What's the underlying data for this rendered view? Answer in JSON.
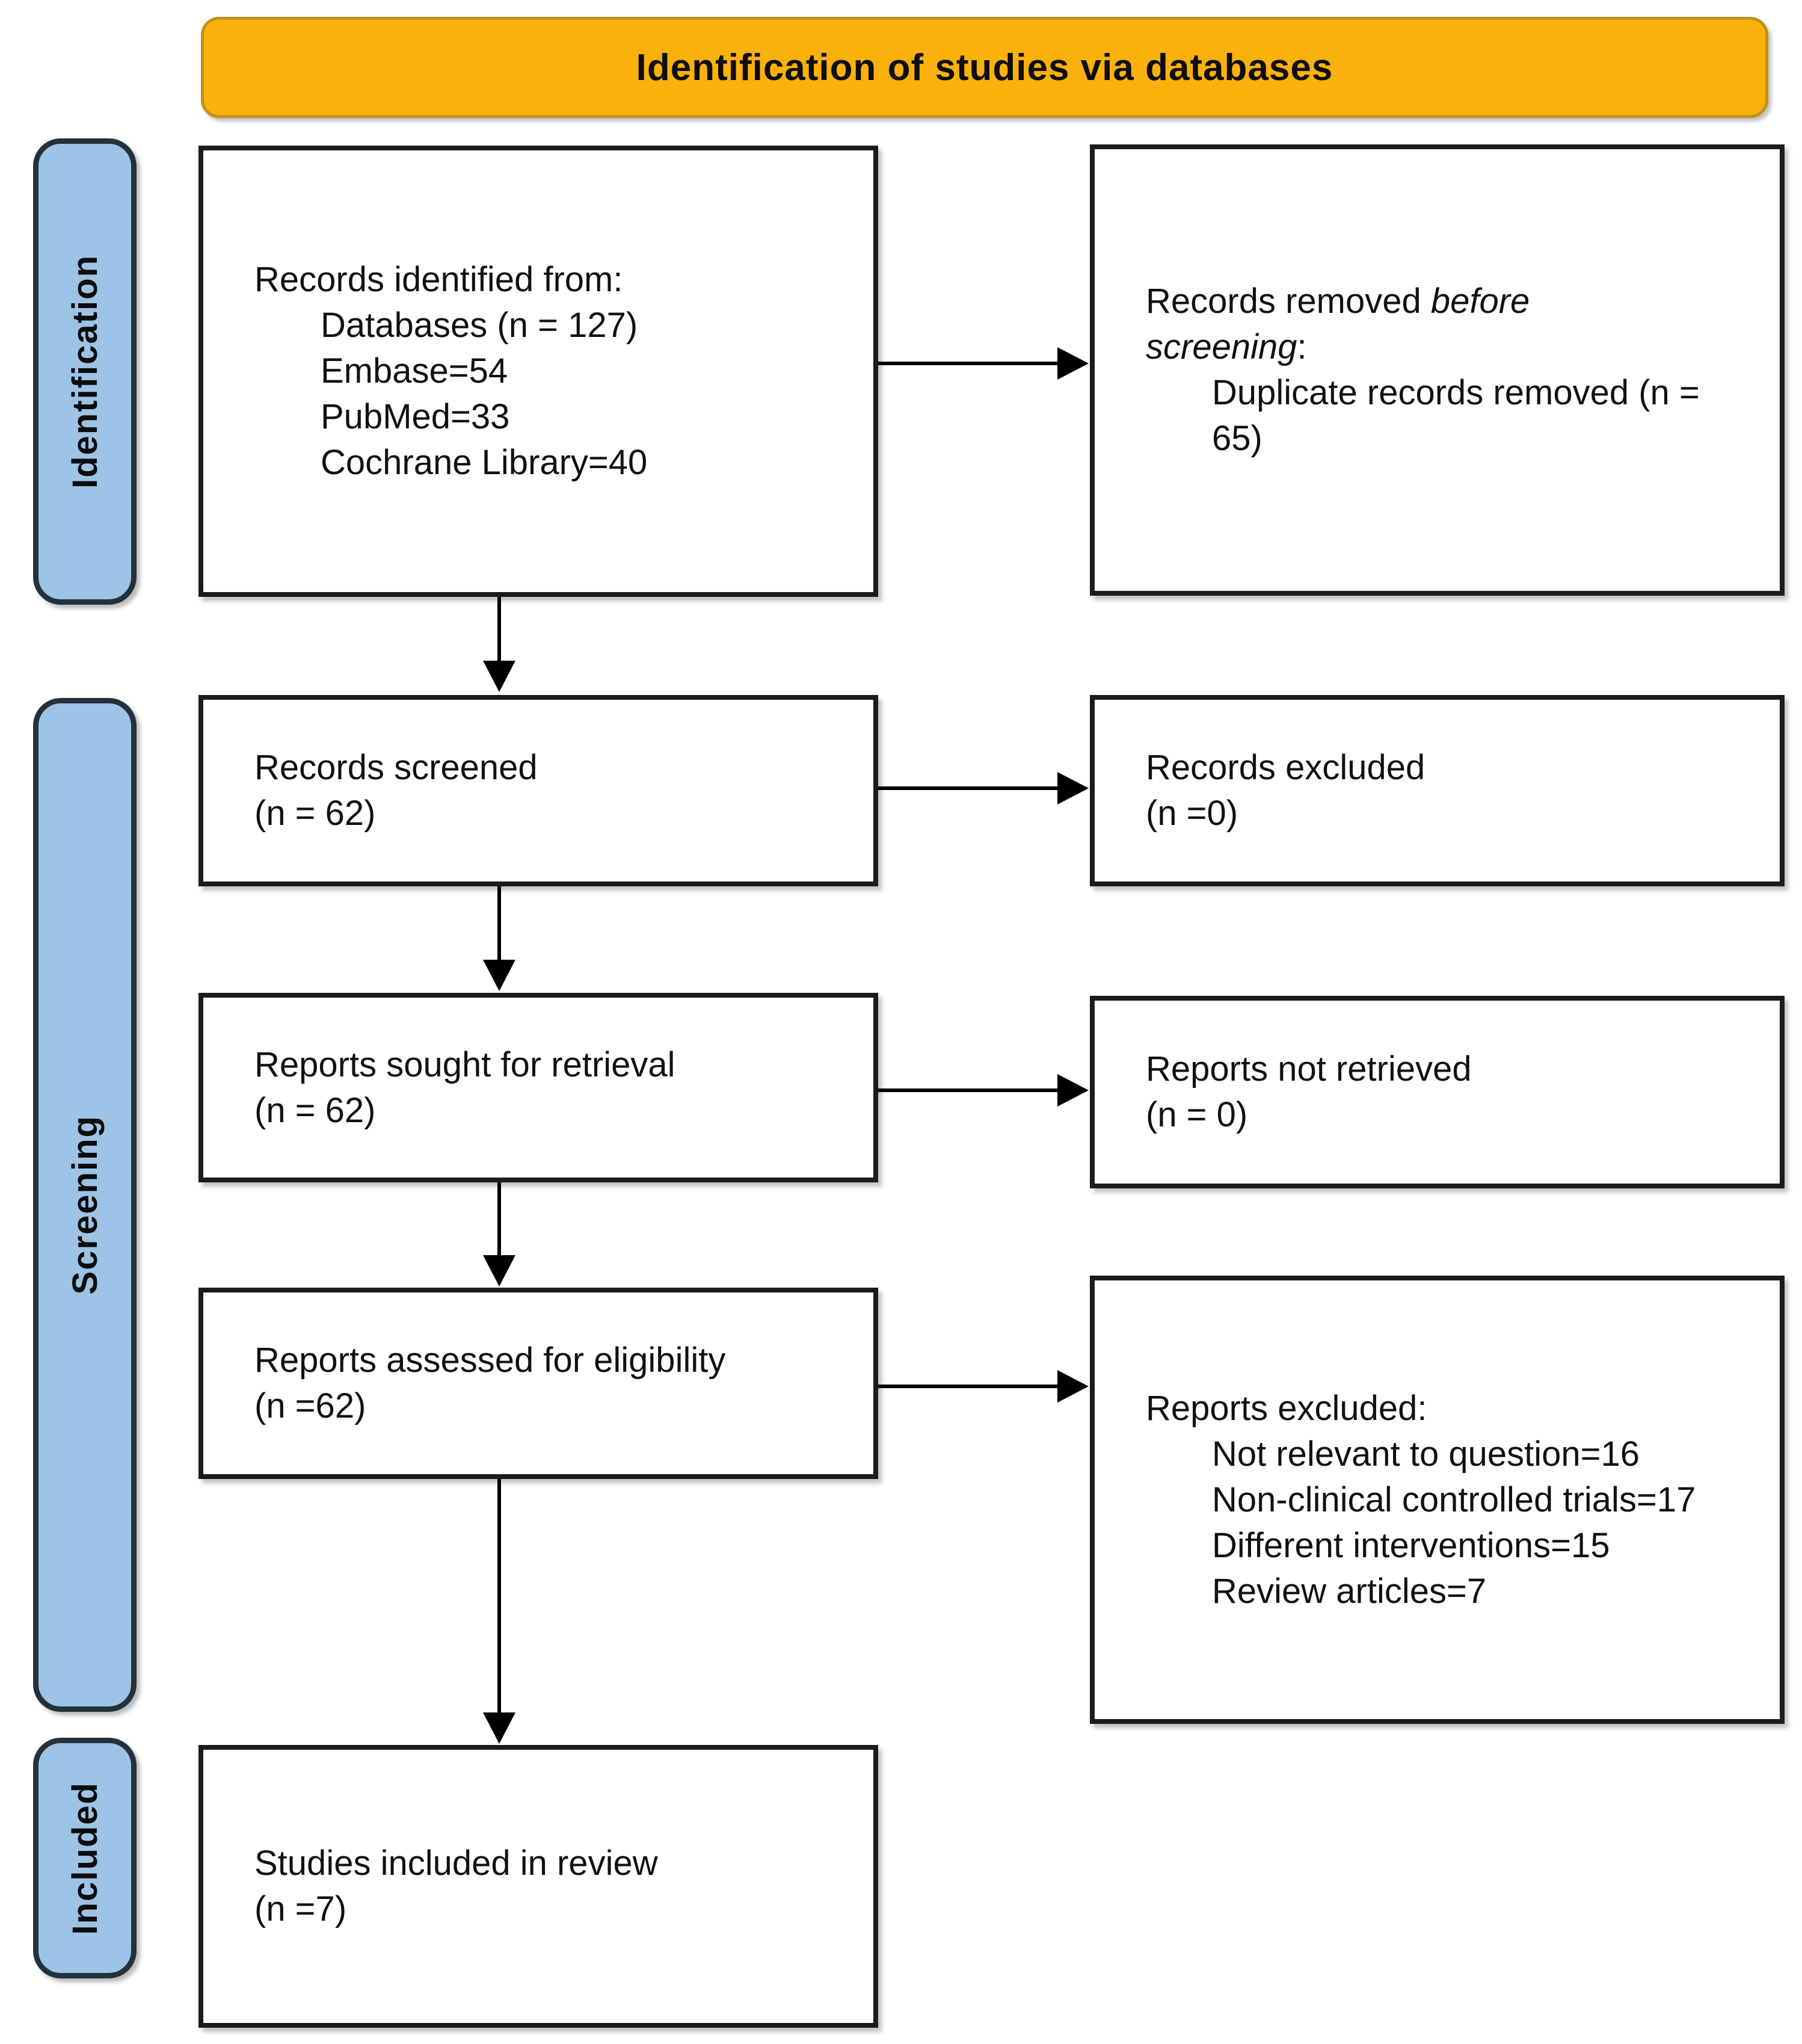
{
  "header": {
    "title": "Identification of studies via databases"
  },
  "stages": {
    "identification": "Identification",
    "screening": "Screening",
    "included": "Included"
  },
  "boxes": {
    "records_identified": {
      "intro": "Records identified from:",
      "items": [
        "Databases (n = 127)",
        "Embase=54",
        "PubMed=33",
        "Cochrane Library=40"
      ]
    },
    "records_removed": {
      "prefix": "Records removed ",
      "emphasis": "before screening",
      "suffix": ":",
      "item": "Duplicate records removed (n = 65)"
    },
    "records_screened": {
      "title": "Records screened",
      "count": "(n = 62)"
    },
    "records_excluded": {
      "title": "Records excluded",
      "count": "(n =0)"
    },
    "reports_sought": {
      "title": "Reports sought for retrieval",
      "count": "(n = 62)"
    },
    "reports_not_retrieved": {
      "title": "Reports not retrieved",
      "count": "(n = 0)"
    },
    "reports_assessed": {
      "title": "Reports assessed for eligibility",
      "count": "(n =62)"
    },
    "reports_excluded": {
      "intro": "Reports excluded:",
      "items": [
        "Not relevant to question=16",
        "Non-clinical controlled trials=17",
        "Different interventions=15",
        "Review articles=7"
      ]
    },
    "studies_included": {
      "title": "Studies included in review",
      "count": "(n =7)"
    }
  },
  "colors": {
    "banner_fill": "#FBB10C",
    "banner_border": "#C2901A",
    "stage_fill": "#9DC3E6",
    "stage_border": "#23313D",
    "box_border": "#1B1B1B",
    "box_fill": "#FFFFFF",
    "arrow": "#000000",
    "text": "#111111"
  }
}
